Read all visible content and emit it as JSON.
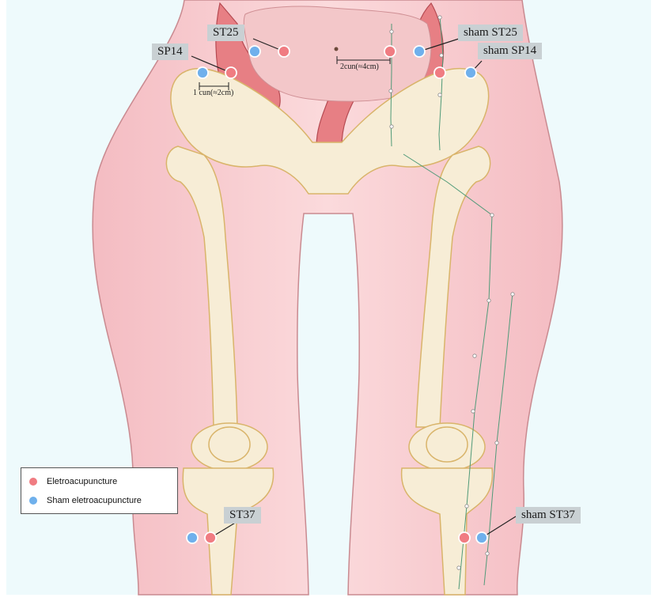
{
  "labels": {
    "sp14": "SP14",
    "st25": "ST25",
    "sham_st25": "sham ST25",
    "sham_sp14": "sham SP14",
    "st37": "ST37",
    "sham_st37": "sham ST37"
  },
  "measurements": {
    "two_cun": "2cun(≈4cm)",
    "one_cun": "1 cun(≈2cm)"
  },
  "legend": {
    "items": [
      {
        "label": "Eletroacupuncture",
        "color": "#f07c82"
      },
      {
        "label": "Sham eletroacupuncture",
        "color": "#6fb0ec"
      }
    ]
  },
  "colors": {
    "background": "#eefafc",
    "skin": "#f9d3d6",
    "bone": "#f7edd6",
    "bone_outline": "#d9b46a",
    "intestine": "#e77f84",
    "electro_point": "#f07c82",
    "sham_point": "#6fb0ec",
    "meridian_line": "#4f9a78"
  }
}
